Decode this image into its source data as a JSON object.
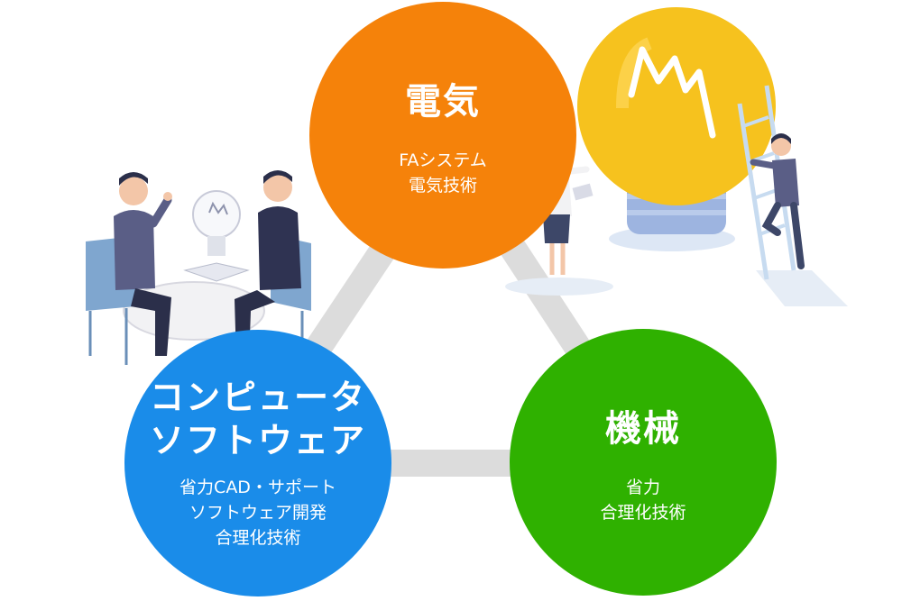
{
  "colors": {
    "electric": "#f5820a",
    "mechanical": "#2fb100",
    "computer": "#1a8ce9",
    "connector": "#dcdcdc",
    "bulb": "#f6c21e"
  },
  "nodes": {
    "electric": {
      "title": "電気",
      "lines": [
        "FAシステム",
        "電気技術"
      ]
    },
    "mechanical": {
      "title": "機械",
      "lines": [
        "省力",
        "合理化技術"
      ]
    },
    "computer": {
      "title_lines": [
        "コンピュータ",
        "ソフトウェア"
      ],
      "lines": [
        "省力CAD・サポート",
        "ソフトウェア開発",
        "合理化技術"
      ]
    }
  },
  "illustrations": {
    "meeting": "business-meeting-illustration",
    "presenter": "woman-presenter-illustration",
    "bulb": "lightbulb-icon",
    "climber": "man-climbing-ladder-illustration"
  }
}
